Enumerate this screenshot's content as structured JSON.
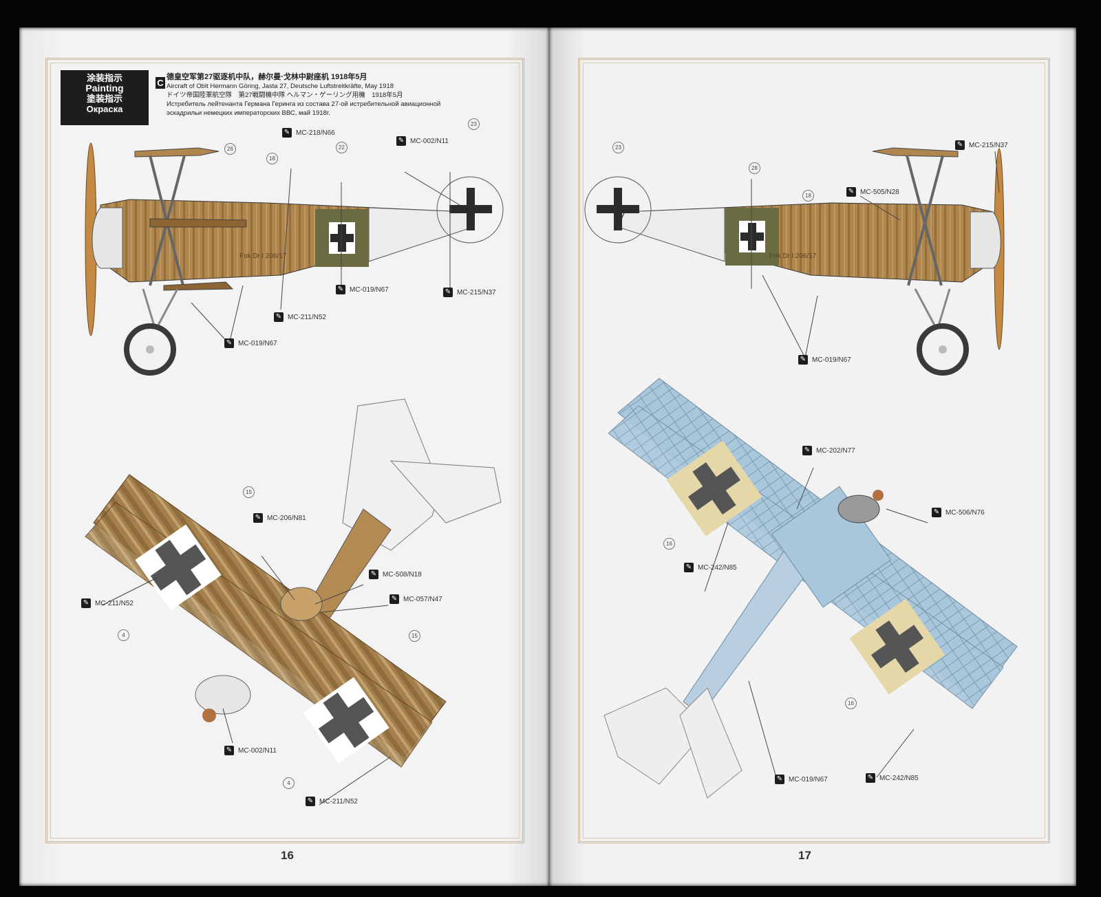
{
  "header": {
    "painting_zh": "涂装指示",
    "painting_en": "Painting",
    "painting_jp": "塗装指示",
    "painting_ru": "Окраска",
    "badge": "C",
    "line_zh": "德皇空军第27驱逐机中队，赫尔曼·戈林中尉座机 1918年5月",
    "line_en": "Aircraft of Oblt Hermann Göring, Jasta 27, Deutsche Luftstreitkräfte, May 1918",
    "line_jp": "ドイツ帝国陸軍航空隊　第27戦闘機中隊 ヘルマン・ゲーリング用機　1918年5月",
    "line_ru1": "Истребитель лейтенанта Германа Геринга из состава 27-ой истребительной авиационной",
    "line_ru2": "эскадрильи немецких императорских ВВС, май 1918г."
  },
  "pages": {
    "left": "16",
    "right": "17"
  },
  "colors": {
    "wood": "#b0864f",
    "dark_wood": "#6e5028",
    "olive": "#6b6b42",
    "light_blue": "#a9c7dc",
    "cream": "#e5d7a8",
    "cross": "#2b2b2b"
  },
  "left_page": {
    "side_callouts": [
      "MC-218/N66",
      "MC-002/N11",
      "MC-019/N67",
      "MC-215/N37",
      "MC-211/N52",
      "MC-019/N67"
    ],
    "side_numbers": [
      "26",
      "18",
      "22",
      "23"
    ],
    "fuselage_code": "Fok.Dr.I 206/17",
    "top_callouts": [
      "MC-206/N81",
      "MC-508/N18",
      "MC-057/N47",
      "MC-211/N52",
      "MC-002/N11",
      "MC-211/N52"
    ],
    "top_numbers": [
      "15",
      "4",
      "15",
      "4"
    ]
  },
  "right_page": {
    "side_callouts": [
      "MC-215/N37",
      "MC-505/N28",
      "MC-019/N67"
    ],
    "side_numbers": [
      "23",
      "28",
      "18"
    ],
    "fuselage_code": "Fok.Dr.I 206/17",
    "bottom_callouts": [
      "MC-202/N77",
      "MC-506/N76",
      "MC-242/N85",
      "MC-019/N67",
      "MC-242/N85"
    ],
    "bottom_numbers": [
      "16",
      "16"
    ]
  }
}
